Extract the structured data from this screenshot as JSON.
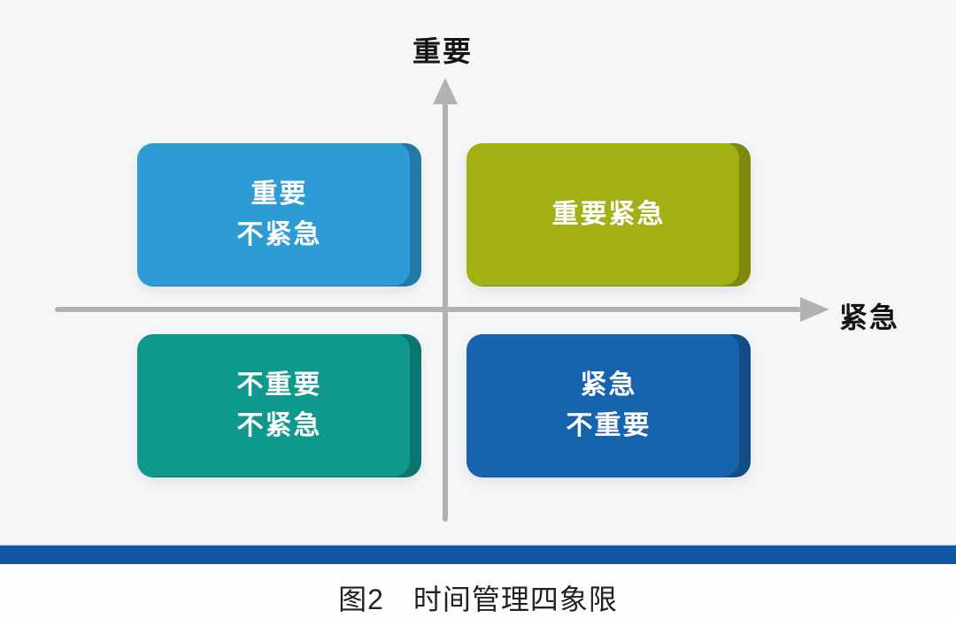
{
  "figure": {
    "caption": "图2　时间管理四象限"
  },
  "axes": {
    "y_label": "重要",
    "x_label": "紧急",
    "axis_color": "#b2b2b2"
  },
  "quadrants": [
    {
      "id": "important-not-urgent",
      "position": "top-left",
      "color": "#2e9cd4",
      "lines": [
        "重要",
        "不紧急"
      ]
    },
    {
      "id": "important-urgent",
      "position": "top-right",
      "color": "#a3b013",
      "lines": [
        "重要紧急"
      ]
    },
    {
      "id": "not-important-not-urgent",
      "position": "bottom-left",
      "color": "#0f988c",
      "lines": [
        "不重要",
        "不紧急"
      ]
    },
    {
      "id": "urgent-not-important",
      "position": "bottom-right",
      "color": "#1763ae",
      "lines": [
        "紧急",
        "不重要"
      ]
    }
  ],
  "colors": {
    "divider_bar": "#1257a3",
    "background": "#f5f6f8",
    "footer_background": "#fcfdfe",
    "box_text": "#ffffff",
    "label_text": "#141414"
  }
}
